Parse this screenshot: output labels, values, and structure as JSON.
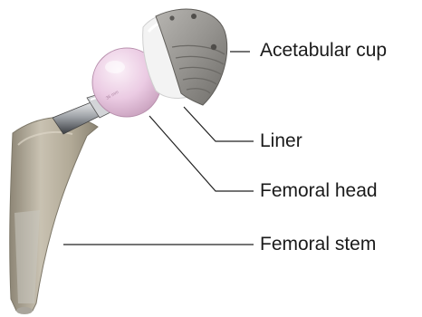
{
  "diagram": {
    "labels": {
      "acetabular_cup": "Acetabular cup",
      "liner": "Liner",
      "femoral_head": "Femoral head",
      "femoral_stem": "Femoral stem"
    },
    "colors": {
      "stem_metal": "#b5ad9c",
      "head_ceramic": "#efd3e8",
      "cup_metal": "#9c9a96",
      "liner_poly": "#f2f2f2",
      "trunnion_steel": "#c7c9cc",
      "leader_line": "#222222"
    }
  }
}
